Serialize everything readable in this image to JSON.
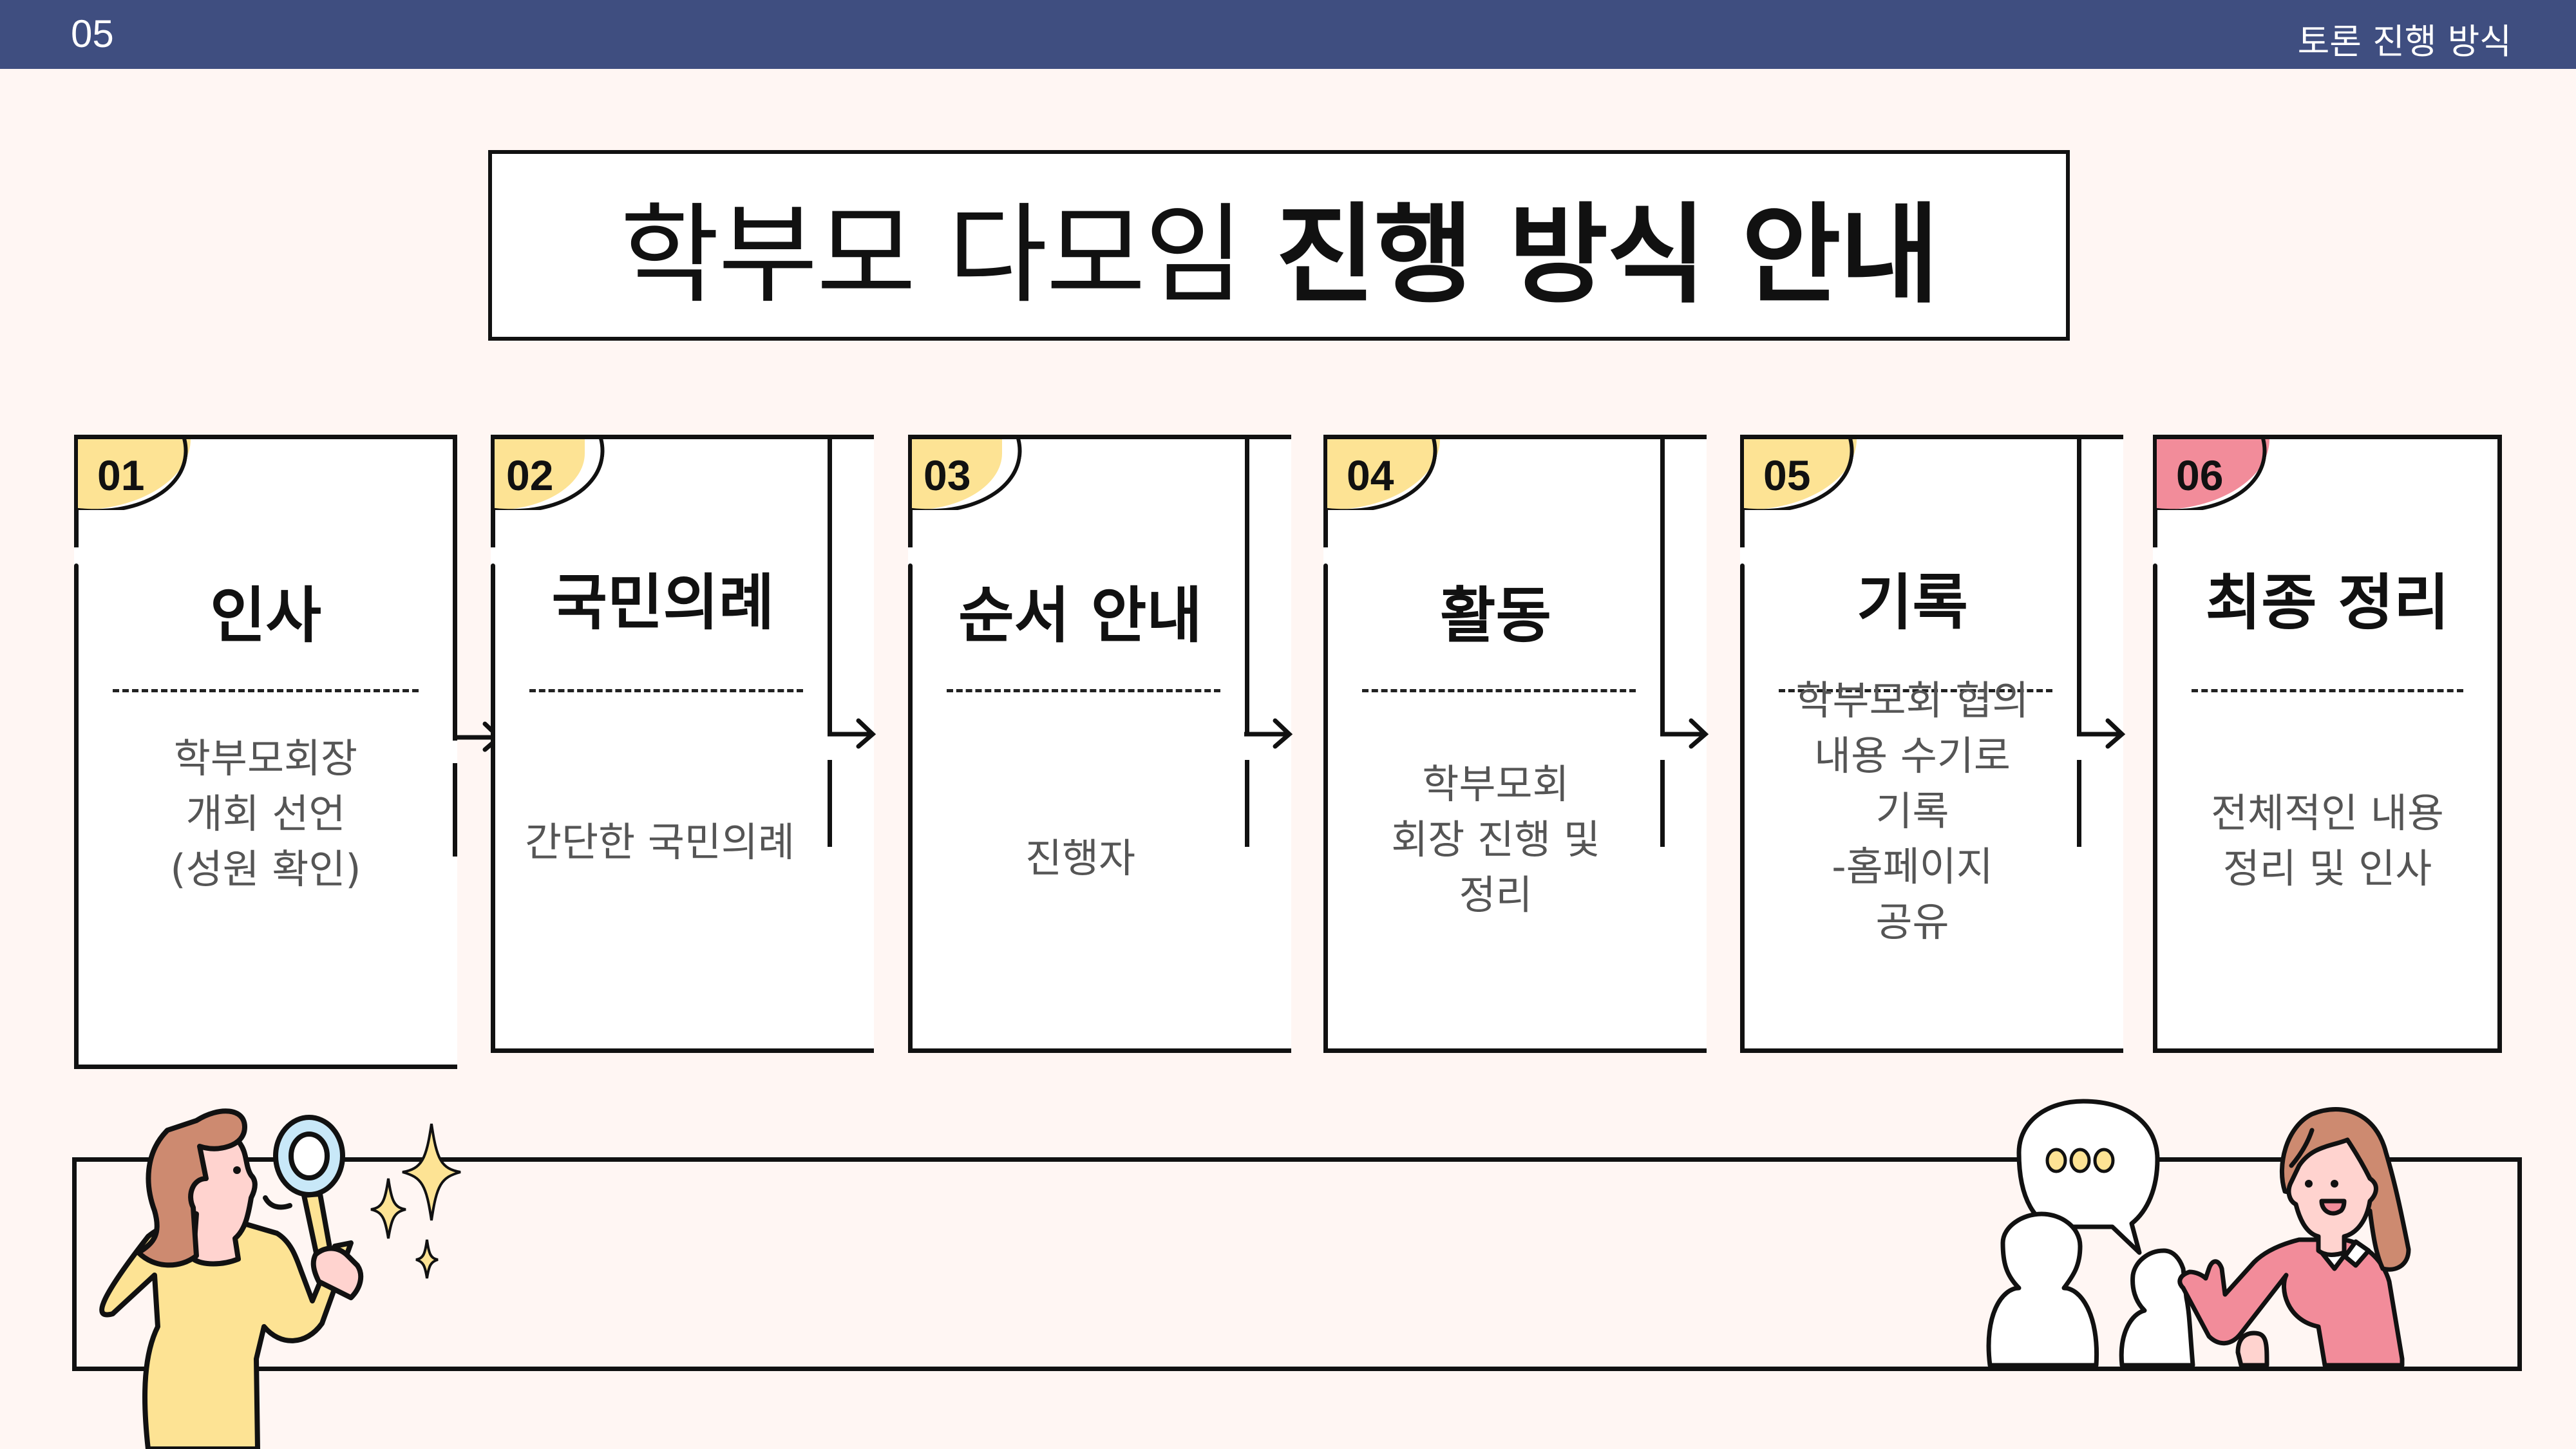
{
  "header": {
    "page_number": "05",
    "section_title": "토론 진행 방식"
  },
  "title": {
    "light": "학부모 다모임 ",
    "bold": "진행 방식 안내"
  },
  "steps": [
    {
      "number": "01",
      "heading": "인사",
      "description": "학부모회장\n개회 선언\n(성원 확인)",
      "badge_color": "#fde394"
    },
    {
      "number": "02",
      "heading": "국민의례",
      "description": "간단한 국민의례",
      "badge_color": "#fde394"
    },
    {
      "number": "03",
      "heading": "순서 안내",
      "description": "진행자",
      "badge_color": "#fde394"
    },
    {
      "number": "04",
      "heading": "활동",
      "description": "학부모회\n회장 진행 및\n정리",
      "badge_color": "#fde394"
    },
    {
      "number": "05",
      "heading": "기록",
      "description": "학부모회 협의\n내용 수기로\n기록\n-홈페이지\n공유",
      "badge_color": "#fde394"
    },
    {
      "number": "06",
      "heading": "최종 정리",
      "description": "전체적인 내용\n정리 및 인사",
      "badge_color": "#f28c9a"
    }
  ],
  "colors": {
    "header_bg": "#3f4e80",
    "page_bg": "#fff6f3",
    "accent_yellow": "#fde394",
    "accent_pink": "#f28c9a",
    "hair_brown": "#cd8a70",
    "skin": "#ffd3cf",
    "magnifier_blue": "#c8e8f8"
  },
  "illustrations": {
    "left": "woman-with-magnifying-glass",
    "right": "presenter-with-audience-speech-bubble"
  }
}
